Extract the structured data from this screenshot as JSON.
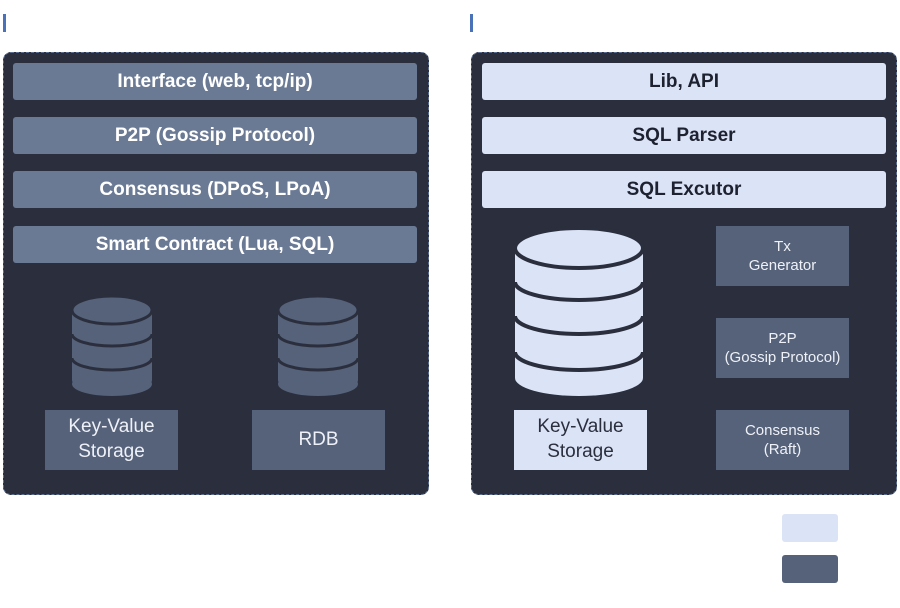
{
  "left_panel": {
    "layers": [
      "Interface (web, tcp/ip)",
      "P2P (Gossip Protocol)",
      "Consensus (DPoS, LPoA)",
      "Smart Contract (Lua, SQL)"
    ],
    "storage": [
      {
        "label": "Key-Value\nStorage",
        "icon": "database-icon"
      },
      {
        "label": "RDB",
        "icon": "database-icon"
      }
    ]
  },
  "right_panel": {
    "layers": [
      "Lib, API",
      "SQL Parser",
      "SQL Excutor"
    ],
    "storage": {
      "label": "Key-Value\nStorage",
      "icon": "database-icon"
    },
    "modules": [
      "Tx\nGenerator",
      "P2P\n(Gossip Protocol)",
      "Consensus\n(Raft)"
    ]
  },
  "colors": {
    "panel_background": "#2b2f3d",
    "light_block": "#dbe3f6",
    "mid_block": "#6b7a94",
    "dark_block": "#56627a",
    "section_marker": "#4a72b8"
  },
  "legend": [
    {
      "swatch": "light",
      "color": "#dbe3f6"
    },
    {
      "swatch": "dark",
      "color": "#56627a"
    }
  ]
}
